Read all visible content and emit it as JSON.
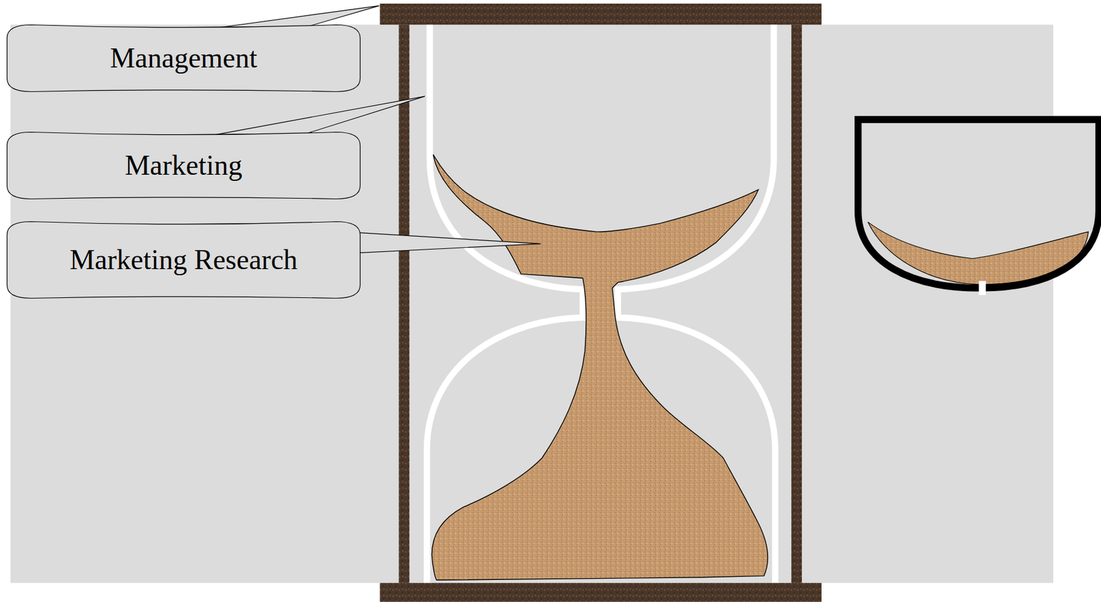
{
  "diagram": {
    "nodes": [
      {
        "text": [
          "Management"
        ]
      },
      {
        "text": [
          "Marketing"
        ]
      },
      {
        "text": [
          "Marketing Research"
        ]
      }
    ]
  }
}
